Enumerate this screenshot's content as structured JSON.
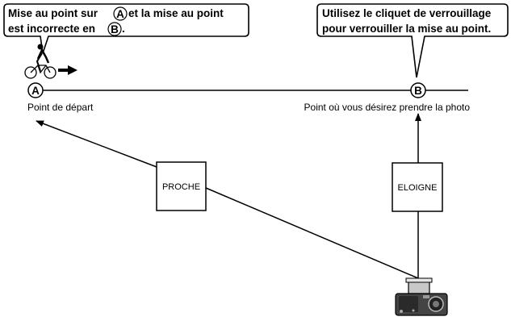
{
  "callout_left": {
    "line1_pre": "Mise au point sur",
    "marker1": "A",
    "line1_post": "et la mise au point",
    "line2_pre": "est incorrecte en",
    "marker2": "B",
    "line2_post": "."
  },
  "callout_right": {
    "line1": "Utilisez le cliquet de verrouillage",
    "line2": "pour verrouiller la mise au point."
  },
  "point_a": {
    "marker": "A",
    "label": "Point de départ"
  },
  "point_b": {
    "marker": "B",
    "label": "Point où vous désirez prendre la photo"
  },
  "box_near": {
    "label": "PROCHE"
  },
  "box_far": {
    "label": "ELOIGNE"
  },
  "icons": [
    "cyclist-icon",
    "arrow-right-icon",
    "camera-icon"
  ]
}
